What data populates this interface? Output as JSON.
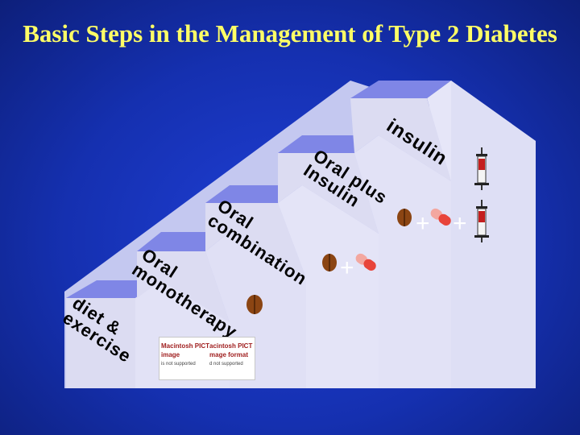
{
  "title": "Basic Steps in the Management of Type 2 Diabetes",
  "steps": [
    {
      "label": "diet &\nexercise"
    },
    {
      "label": "Oral\nmonotherapy"
    },
    {
      "label": "Oral\ncombination"
    },
    {
      "label": "Oral plus\nInsulin"
    },
    {
      "label": "insulin"
    }
  ],
  "plus_sign": "+",
  "placeholder_image": {
    "line1": "Macintosh PICT",
    "line1b": "acintosh PICT",
    "line2": "image",
    "line2b": "mage format",
    "line3": "is not supported",
    "line3b": "d not supported"
  },
  "colors": {
    "background": "#1530b0",
    "title": "#ffff66",
    "stair_face": "#dcdcf2",
    "stair_top": "#7f86e6",
    "stair_side": "#9aa0ec",
    "pill_brown": "#8b4513",
    "capsule_red": "#e8443a",
    "capsule_pink": "#f3a7a0"
  },
  "icons": [
    "pill-icon",
    "capsule-icon",
    "syringe-icon",
    "placeholder-image-icon"
  ]
}
